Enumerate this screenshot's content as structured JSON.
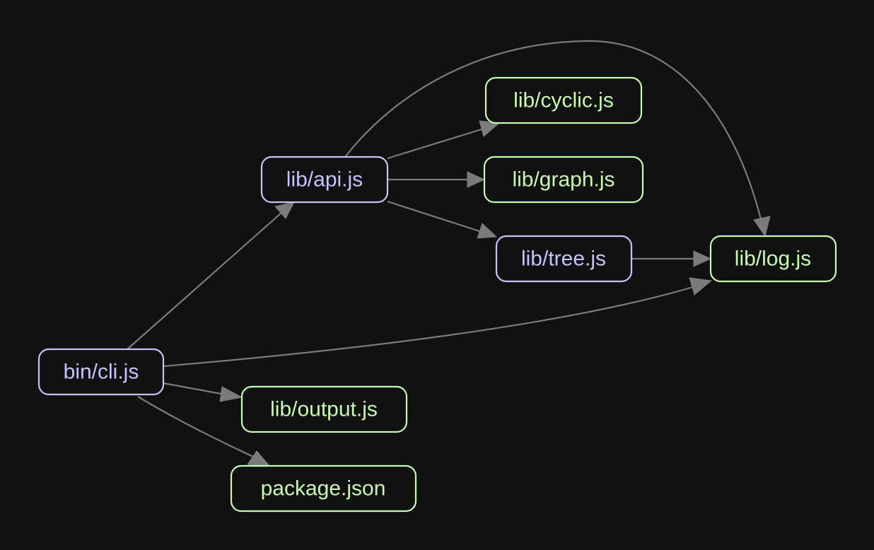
{
  "graph": {
    "background": "#111111",
    "colors": {
      "module": "#c5c3ff",
      "leaf": "#c8fab0",
      "edge": "#7b7b7b"
    },
    "nodes": [
      {
        "id": "bin-cli",
        "label": "bin/cli.js",
        "kind": "module"
      },
      {
        "id": "lib-api",
        "label": "lib/api.js",
        "kind": "module"
      },
      {
        "id": "lib-tree",
        "label": "lib/tree.js",
        "kind": "module"
      },
      {
        "id": "lib-cyclic",
        "label": "lib/cyclic.js",
        "kind": "leaf"
      },
      {
        "id": "lib-graph",
        "label": "lib/graph.js",
        "kind": "leaf"
      },
      {
        "id": "lib-log",
        "label": "lib/log.js",
        "kind": "leaf"
      },
      {
        "id": "lib-output",
        "label": "lib/output.js",
        "kind": "leaf"
      },
      {
        "id": "package-json",
        "label": "package.json",
        "kind": "leaf"
      }
    ],
    "edges": [
      {
        "from": "bin-cli",
        "to": "lib-api"
      },
      {
        "from": "bin-cli",
        "to": "lib-log"
      },
      {
        "from": "bin-cli",
        "to": "lib-output"
      },
      {
        "from": "bin-cli",
        "to": "package-json"
      },
      {
        "from": "lib-api",
        "to": "lib-cyclic"
      },
      {
        "from": "lib-api",
        "to": "lib-graph"
      },
      {
        "from": "lib-api",
        "to": "lib-tree"
      },
      {
        "from": "lib-api",
        "to": "lib-log"
      },
      {
        "from": "lib-tree",
        "to": "lib-log"
      }
    ]
  }
}
